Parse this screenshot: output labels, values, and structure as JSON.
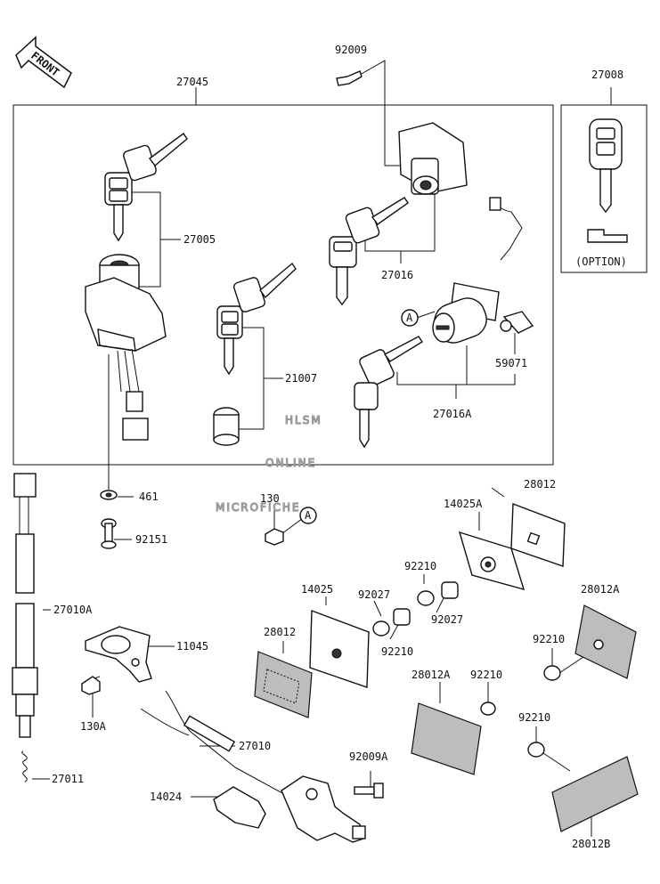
{
  "front_label": "FRONT",
  "option_label": "(OPTION)",
  "watermark": {
    "line1": "HLSM",
    "line2": "ONLINE",
    "line3": "MICROFICHE"
  },
  "callouts": {
    "c92009": "92009",
    "c27045": "27045",
    "c27008": "27008",
    "c27005": "27005",
    "c27016": "27016",
    "c21007": "21007",
    "c59071": "59071",
    "c27016A": "27016A",
    "c461": "461",
    "c130": "130",
    "c14025A": "14025A",
    "c28012": "28012",
    "c92151": "92151",
    "c27010A": "27010A",
    "c11045": "11045",
    "c14025": "14025",
    "c92027_a": "92027",
    "c92210_a": "92210",
    "c28012_b": "28012",
    "c92210_b": "92210",
    "c92027_b": "92027",
    "c28012A_a": "28012A",
    "c92210_c": "92210",
    "c130A": "130A",
    "c28012A_b": "28012A",
    "c92210_d": "92210",
    "c27010": "27010",
    "c92210_e": "92210",
    "c92009A": "92009A",
    "c27011": "27011",
    "c14024": "14024",
    "c28012B": "28012B"
  },
  "ref_marks": {
    "a1": "A",
    "a2": "A"
  }
}
